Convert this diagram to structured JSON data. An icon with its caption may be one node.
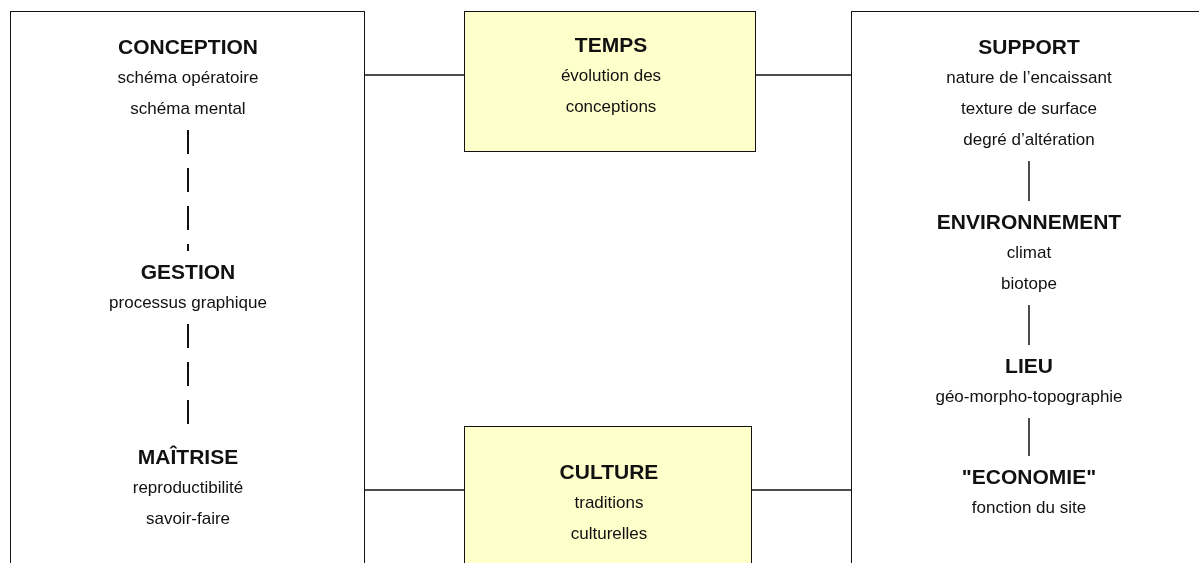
{
  "diagram": {
    "nodes": [
      {
        "text": [],
        "shape": "box"
      },
      {
        "text": [
          "CONCEPTION",
          "schéma opératoire",
          "schéma mental"
        ],
        "in": 0
      },
      {
        "text": [
          "GESTION",
          "processus graphique"
        ],
        "in": 0
      },
      {
        "text": [
          "MAÎTRISE",
          "reproductibilité",
          "savoir-faire"
        ],
        "in": 0
      },
      {
        "text": [
          "TEMPS",
          "évolution des conceptions"
        ]
      },
      {
        "text": [
          "CULTURE",
          "traditions culturelles"
        ]
      },
      {
        "text": [],
        "shape": "box"
      },
      {
        "text": [
          "SUPPORT",
          "nature de l’encaissant",
          "texture de surface",
          "degré d’altération"
        ],
        "in": 6
      },
      {
        "text": [
          "ENVIRONNEMENT",
          "climat",
          "biotope"
        ],
        "in": 6
      },
      {
        "text": [
          "LIEU",
          "géo-morpho-topographie"
        ],
        "in": 6
      },
      {
        "text": [
          "\"ECONOMIE\"",
          "fonction du site"
        ],
        "in": 6
      }
    ],
    "edges": [
      {
        "from": 1,
        "to": 2,
        "arrow": "none",
        "style": "dashed"
      },
      {
        "from": 2,
        "to": 3,
        "arrow": "none",
        "style": "dashed"
      },
      {
        "from": 0,
        "to": 4,
        "arrow": "none"
      },
      {
        "from": 4,
        "to": 6,
        "arrow": "none"
      },
      {
        "from": 0,
        "to": 5,
        "arrow": "none"
      },
      {
        "from": 5,
        "to": 6,
        "arrow": "none"
      },
      {
        "from": 7,
        "to": 8,
        "arrow": "none"
      },
      {
        "from": 8,
        "to": 9,
        "arrow": "none"
      },
      {
        "from": 9,
        "to": 10,
        "arrow": "none"
      }
    ]
  }
}
